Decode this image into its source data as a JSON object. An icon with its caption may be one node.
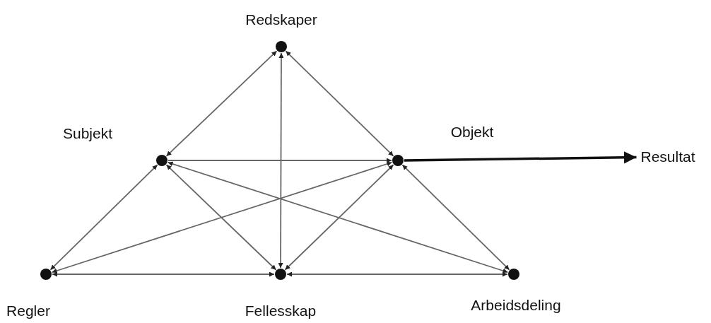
{
  "diagram": {
    "nodes": [
      {
        "text": [
          "Redskaper"
        ]
      },
      {
        "text": [
          "Subjekt"
        ]
      },
      {
        "text": [
          "Objekt"
        ]
      },
      {
        "text": [
          "Resultat"
        ]
      },
      {
        "text": [
          "Regler"
        ]
      },
      {
        "text": [
          "Fellesskap"
        ]
      },
      {
        "text": [
          "Arbeidsdeling"
        ]
      }
    ],
    "edges": [
      {
        "from": 0,
        "to": 1,
        "arrow": "both"
      },
      {
        "from": 0,
        "to": 2,
        "arrow": "both"
      },
      {
        "from": 0,
        "to": 5,
        "arrow": "both"
      },
      {
        "from": 1,
        "to": 2,
        "arrow": "to"
      },
      {
        "from": 1,
        "to": 4,
        "arrow": "both"
      },
      {
        "from": 1,
        "to": 5,
        "arrow": "both"
      },
      {
        "from": 1,
        "to": 6,
        "arrow": "both"
      },
      {
        "from": 2,
        "to": 4,
        "arrow": "both"
      },
      {
        "from": 2,
        "to": 5,
        "arrow": "both"
      },
      {
        "from": 2,
        "to": 6,
        "arrow": "both"
      },
      {
        "from": 4,
        "to": 5,
        "arrow": "both"
      },
      {
        "from": 5,
        "to": 6,
        "arrow": "both"
      },
      {
        "from": 2,
        "to": 3,
        "arrow": "to",
        "style": "thick"
      }
    ]
  }
}
